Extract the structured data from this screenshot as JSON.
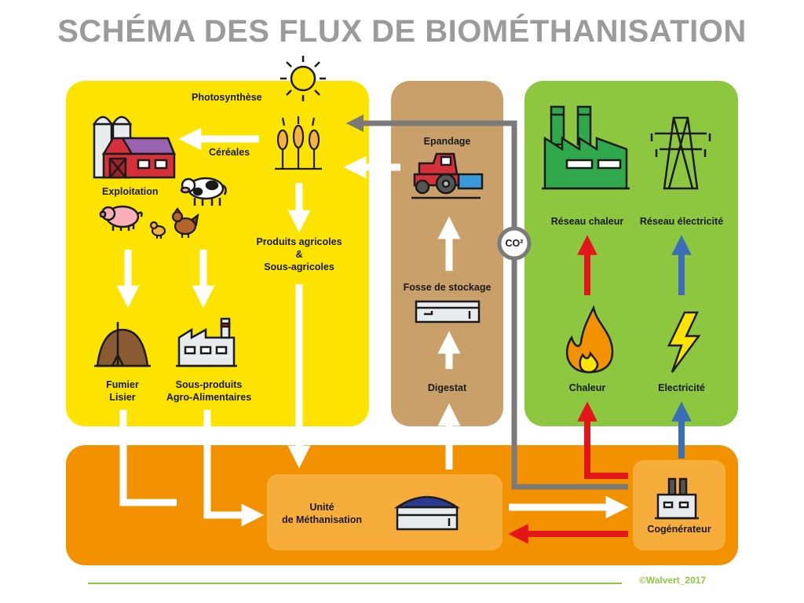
{
  "title": "SCHÉMA DES FLUX DE BIOMÉTHANISATION",
  "labels": {
    "photosynthese": "Photosynthèse",
    "cereales": "Céréales",
    "exploitation": "Exploitation",
    "produits_1": "Produits agricoles",
    "produits_2": "&",
    "produits_3": "Sous-agricoles",
    "fumier_1": "Fumier",
    "fumier_2": "Lisier",
    "sous_produits_1": "Sous-produits",
    "sous_produits_2": "Agro-Alimentaires",
    "epandage": "Epandage",
    "fosse": "Fosse de stockage",
    "digestat": "Digestat",
    "co2": "CO²",
    "reseau_chaleur": "Réseau chaleur",
    "reseau_electricite": "Réseau électricité",
    "chaleur": "Chaleur",
    "electricite": "Electricité",
    "unite_1": "Unité",
    "unite_2": "de Méthanisation",
    "cogenerateur": "Cogénérateur"
  },
  "footer": {
    "copyright": "©Walvert_2017"
  },
  "colors": {
    "yellow_panel": "#fce300",
    "brown_panel": "#c9a06a",
    "green_panel": "#8dc63f",
    "orange_band": "#f39200",
    "orange_box": "#f7ad3c",
    "arrow_red": "#e3161b",
    "arrow_blue": "#3a6fb7",
    "arrow_gray": "#7a7a7a",
    "title_gray": "#9b9b9b"
  },
  "icons": [
    "sun-icon",
    "barn-silo-icon",
    "cow-icon",
    "pig-icon",
    "chickens-icon",
    "wheat-icon",
    "manure-pile-icon",
    "factory-icon",
    "tractor-icon",
    "storage-tank-icon",
    "power-plant-icon",
    "pylon-icon",
    "flame-icon",
    "lightning-icon",
    "digester-dome-icon",
    "cogenerator-icon"
  ]
}
